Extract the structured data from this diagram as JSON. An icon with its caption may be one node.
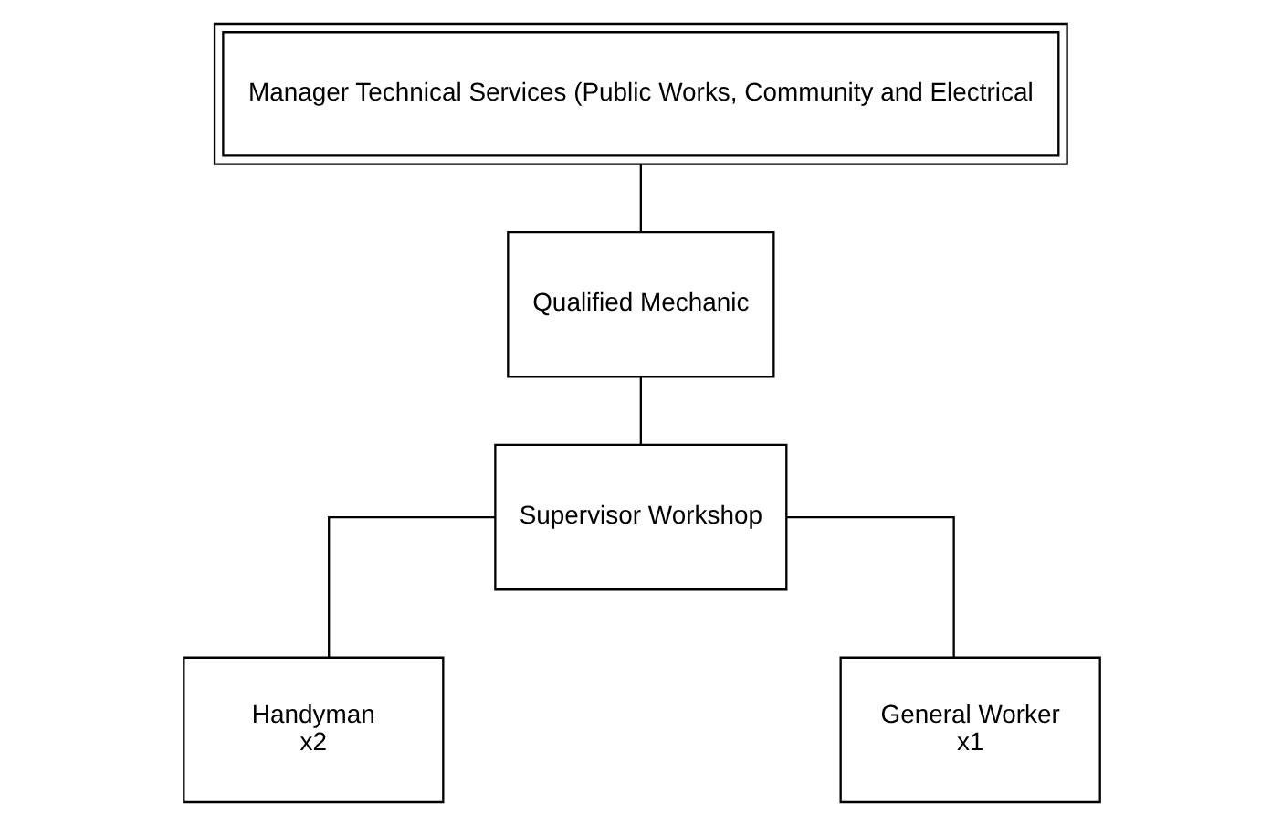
{
  "diagram": {
    "nodes": [
      {
        "text": [
          "Manager Technical Services (Public Works, Community and Electrical"
        ]
      },
      {
        "text": [
          "Qualified Mechanic"
        ]
      },
      {
        "text": [
          "Supervisor Workshop"
        ]
      },
      {
        "text": [
          "Handyman",
          "x2"
        ]
      },
      {
        "text": [
          "General Worker",
          "x1"
        ]
      }
    ],
    "edges": [
      {
        "from": 0,
        "to": 1,
        "arrow": "none"
      },
      {
        "from": 1,
        "to": 2,
        "arrow": "none"
      },
      {
        "from": 2,
        "to": 3,
        "arrow": "none"
      },
      {
        "from": 2,
        "to": 4,
        "arrow": "none"
      }
    ]
  }
}
